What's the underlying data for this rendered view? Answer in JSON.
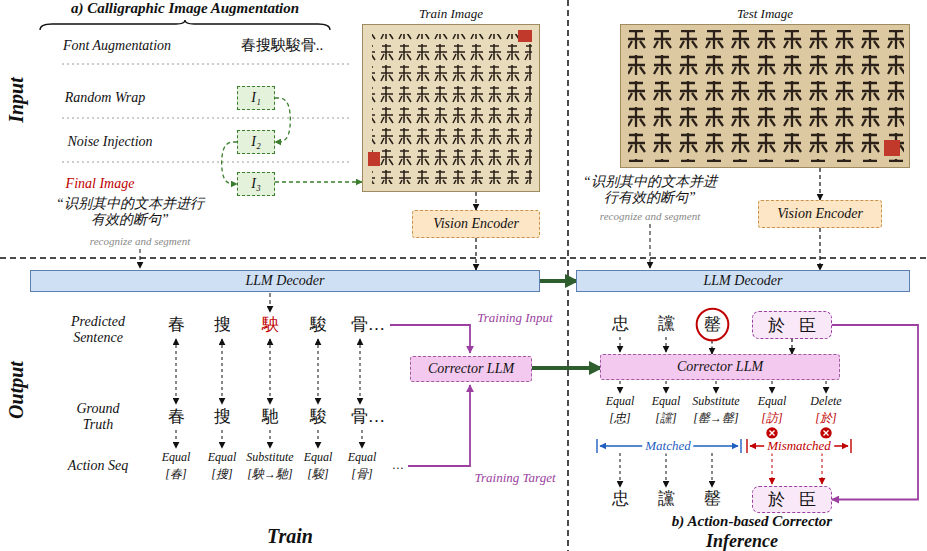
{
  "diagram": {
    "nodes": [
      {
        "text": [
          "I₁"
        ]
      },
      {
        "text": [
          "I₂"
        ]
      },
      {
        "text": [
          "I₃"
        ]
      },
      {
        "text": [
          "Train Image"
        ]
      },
      {
        "text": [
          "Test Image"
        ]
      },
      {
        "text": [
          "Vision Encoder"
        ]
      },
      {
        "text": [
          "Vision Encoder"
        ]
      },
      {
        "text": [
          "LLM Decoder"
        ]
      },
      {
        "text": [
          "LLM Decoder"
        ]
      },
      {
        "text": [
          "罄"
        ]
      },
      {
        "text": [
          "於 臣"
        ]
      },
      {
        "text": [
          "Corrector LLM"
        ]
      },
      {
        "text": [
          "Corrector LLM"
        ]
      },
      {
        "text": [
          "於 臣"
        ]
      }
    ],
    "edges": [
      {
        "from": 0,
        "to": 1,
        "arrow": "to"
      },
      {
        "from": 1,
        "to": 2,
        "arrow": "to"
      },
      {
        "from": 2,
        "to": 3,
        "arrow": "to"
      },
      {
        "from": 3,
        "to": 5,
        "arrow": "to"
      },
      {
        "from": 5,
        "to": 7,
        "arrow": "to"
      },
      {
        "from": 7,
        "to": 8,
        "arrow": "to"
      },
      {
        "from": 4,
        "to": 6,
        "arrow": "to"
      },
      {
        "from": 6,
        "to": 8,
        "arrow": "to"
      },
      {
        "from": 11,
        "to": 12,
        "arrow": "to"
      },
      {
        "from": 9,
        "to": 12,
        "arrow": "to"
      },
      {
        "from": 10,
        "to": 12,
        "arrow": "to"
      },
      {
        "from": 10,
        "to": 13,
        "arrow": "to"
      }
    ],
    "labels": [
      "a) Calligraphic Image Augmentation",
      "Font Augmentation",
      "春搜駚駿骨..",
      "Random Wrap",
      "Noise Injection",
      "Final Image",
      "Input",
      "“识别其中的文本并进行有效的断句”",
      "recognize and segment",
      "Output",
      "Predicted Sentence",
      "春",
      "搜",
      "駚",
      "駿",
      "骨…",
      "Training Input",
      "Ground Truth",
      "春",
      "搜",
      "馳",
      "駿",
      "骨…",
      "Action Seq",
      "Equal",
      "[春]",
      "Equal",
      "[搜]",
      "Substitute",
      "[駚→馳]",
      "Equal",
      "[駿]",
      "Equal",
      "[骨]",
      "…",
      "Training Target",
      "Train",
      "“识别其中的文本并进行有效的断句”",
      "recognize and segment",
      "忠",
      "讜",
      "Equal",
      "[忠]",
      "Equal",
      "[讜]",
      "Substitute",
      "[罄→罄]",
      "Equal",
      "[訪]",
      "Delete",
      "[於]",
      "Matched",
      "Mismatched",
      "忠",
      "讜",
      "罄",
      "b) Action-based Corrector",
      "Inference"
    ]
  }
}
